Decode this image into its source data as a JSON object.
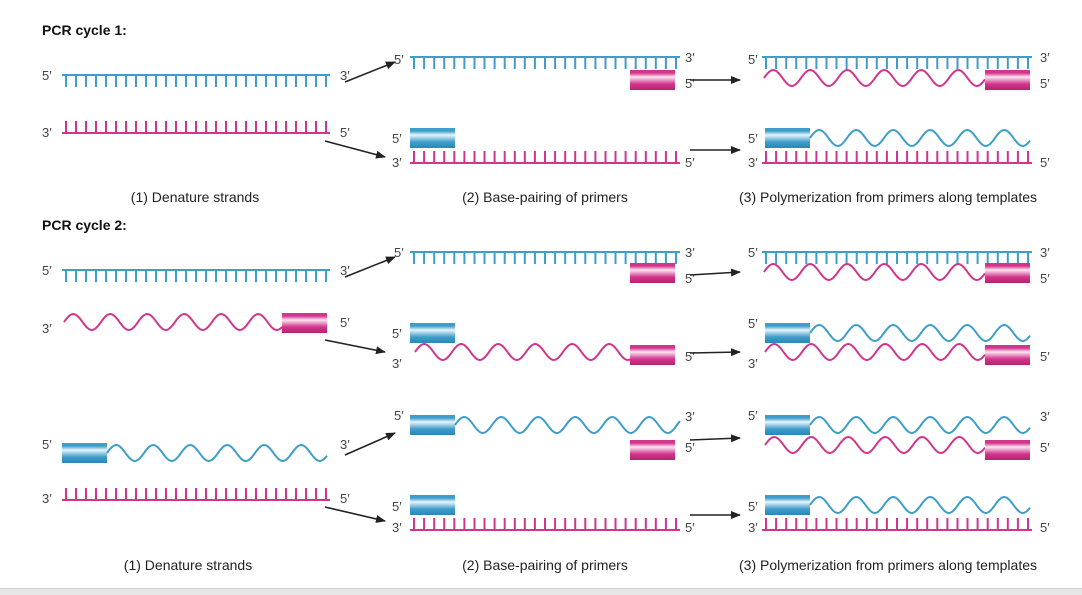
{
  "titles": {
    "cycle1": "PCR cycle 1:",
    "cycle2": "PCR cycle 2:"
  },
  "ends": {
    "five": "5′",
    "three": "3′"
  },
  "captions": {
    "step1": "(1) Denature strands",
    "step2": "(2) Base-pairing of primers",
    "step3": "(3) Polymerization from primers along templates"
  },
  "colors": {
    "template_top": "#3d9dcb",
    "template_bottom": "#d2358c",
    "arrow": "#222222",
    "label": "#444444"
  }
}
